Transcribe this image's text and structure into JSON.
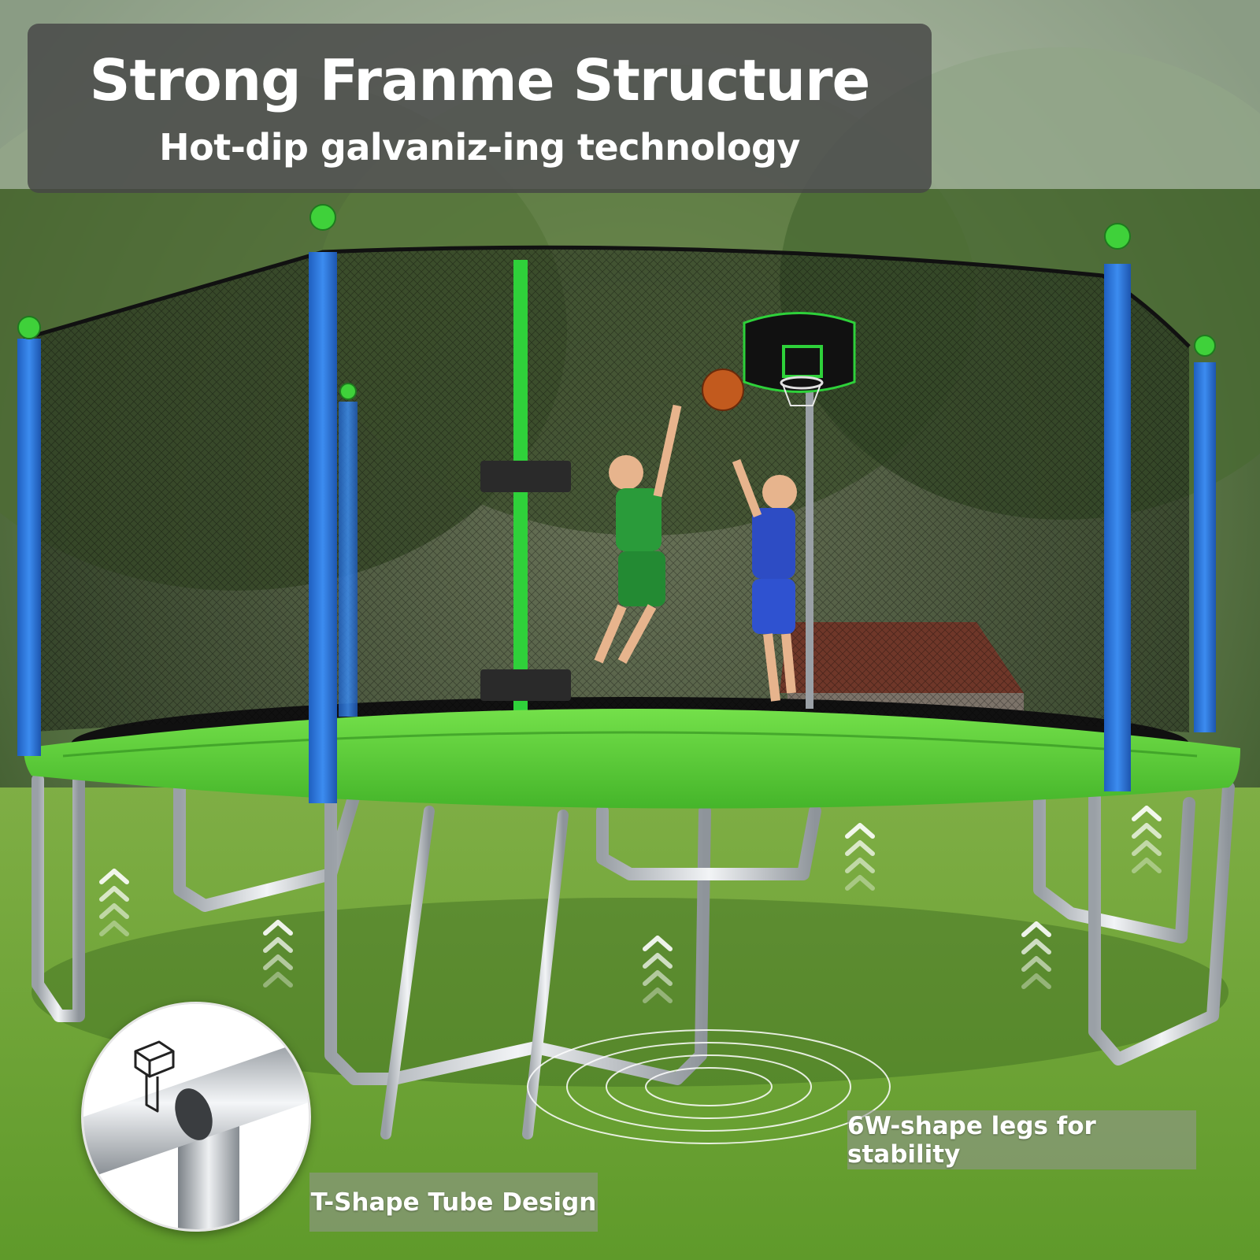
{
  "banner": {
    "title": "Strong Franme Structure",
    "subtitle": "Hot-dip galvaniz-ing technology"
  },
  "callouts": {
    "legs": "6W-shape legs for stability",
    "tube": "T-Shape Tube Design"
  },
  "colors": {
    "frame_pad_green": "#5fd23a",
    "pole_blue": "#2f74d8",
    "net_black": "#141414",
    "banner_bg": "#4a4a4a",
    "callout_bg": "#9a9a9a",
    "grass": "#6fa53a",
    "steel": "#d5d8dc"
  },
  "icons": [
    "upward-chevron-stack-icon",
    "t-joint-icon",
    "ripple-rings-icon",
    "basketball-hoop"
  ]
}
